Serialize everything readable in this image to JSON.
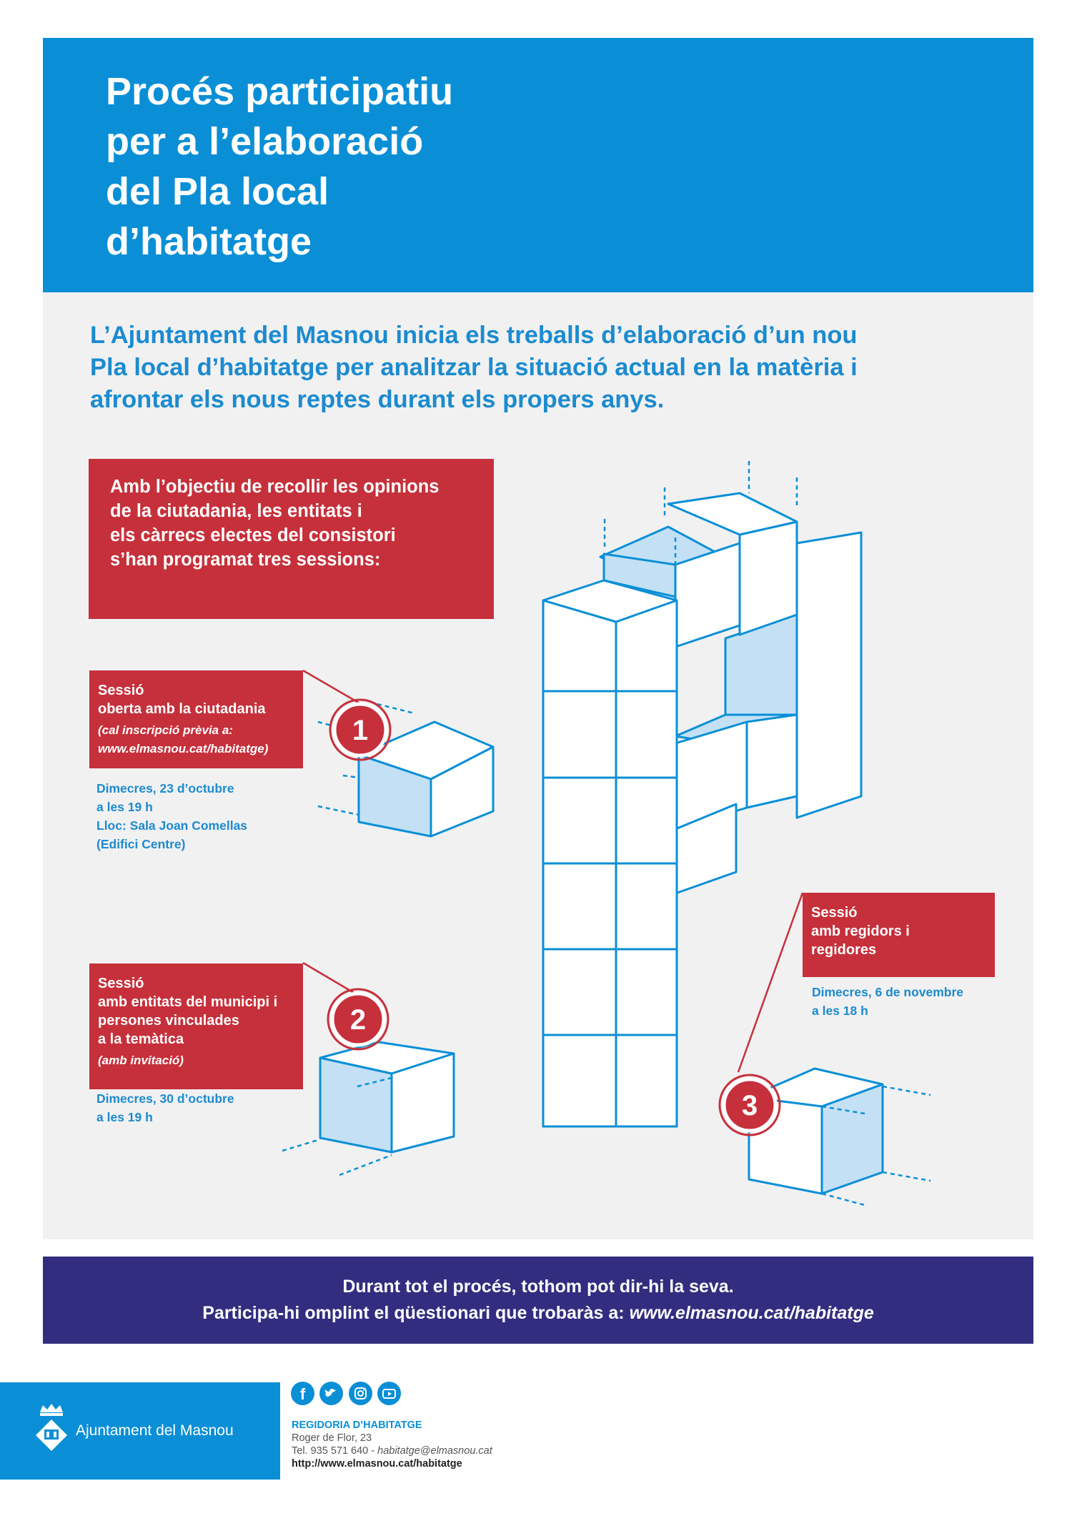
{
  "header": {
    "title": "Procés participatiu\nper a l’elaboració\ndel Pla local\nd’habitatge"
  },
  "intro": "L’Ajuntament del Masnou inicia els treballs d’elaboració d’un nou\nPla local d’habitatge per analitzar la situació actual en la matèria i\nafrontar els nous reptes durant els propers anys.",
  "objective": "Amb l’objectiu de recollir les opinions\nde la ciutadania, les entitats i\nels càrrecs electes del consistori\ns’han programat tres sessions:",
  "sessions": [
    {
      "number": "1",
      "title": "Sessió\noberta amb la ciutadania",
      "note": "(cal inscripció prèvia a:\nwww.elmasnou.cat/habitatge)",
      "details": "Dimecres, 23 d’octubre\na les 19 h\nLloc: Sala Joan Comellas\n(Edifici Centre)"
    },
    {
      "number": "2",
      "title": "Sessió\namb entitats del municipi i\npersones vinculades\na la temàtica",
      "note": "(amb invitació)",
      "details": "Dimecres, 30 d’octubre\na les 19 h"
    },
    {
      "number": "3",
      "title": "Sessió\namb regidors i\nregidores",
      "details": "Dimecres, 6 de novembre\na les 18 h"
    }
  ],
  "banner": {
    "line1": "Durant tot el procés, tothom pot dir-hi la seva.",
    "line2_prefix": "Participa-hi omplint el qüestionari que trobaràs a: ",
    "line2_url": "www.elmasnou.cat/habitatge"
  },
  "footer": {
    "org_name": "Ajuntament del Masnou",
    "social_icons": [
      "facebook-icon",
      "twitter-icon",
      "instagram-icon",
      "youtube-icon"
    ],
    "department": "REGIDORIA D’HABITATGE",
    "address": "Roger de Flor, 23",
    "phone_prefix": "Tel. 935 571 640 - ",
    "email": "habitatge@elmasnou.cat",
    "website": "http://www.elmasnou.cat/habitatge"
  },
  "colors": {
    "primary_blue": "#0a8fd6",
    "text_blue": "#1c8bcf",
    "red": "#c6303b",
    "navy": "#322d7f",
    "light_blue_fill": "#c3e0f5",
    "background_gray": "#f1f1f2"
  }
}
